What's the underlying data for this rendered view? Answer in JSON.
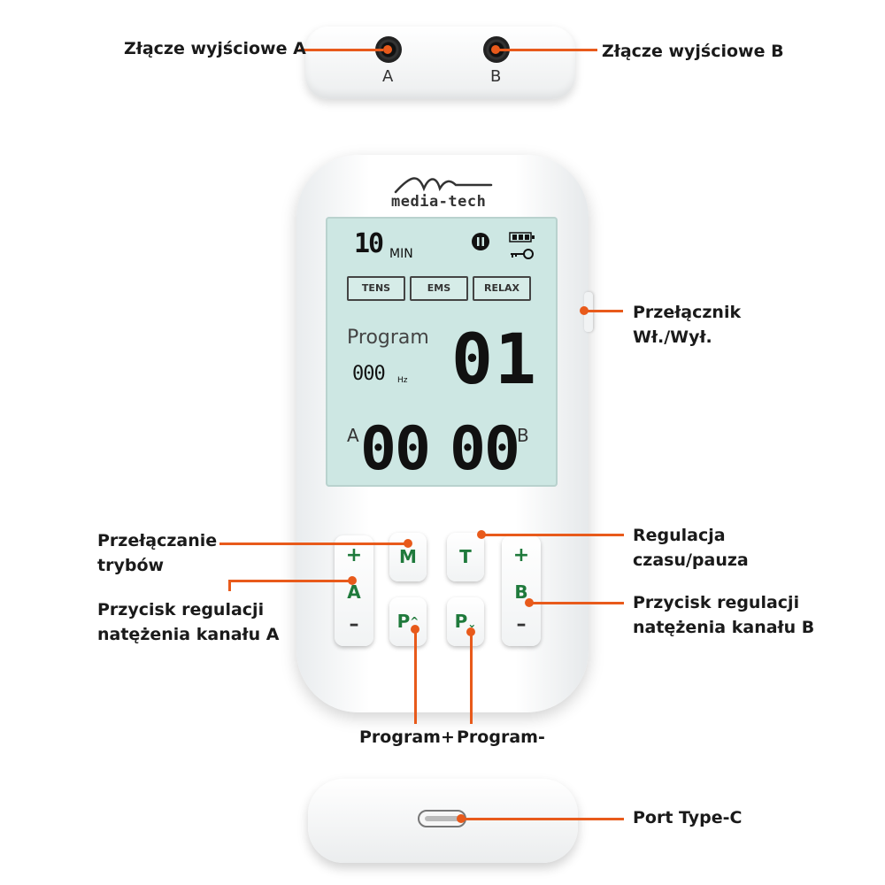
{
  "top_view": {
    "jack_a_label": "A",
    "jack_b_label": "B"
  },
  "device": {
    "brand": "media-tech",
    "lcd": {
      "timer_value": "10",
      "timer_unit": "MIN",
      "modes": [
        "TENS",
        "EMS",
        "RELAX"
      ],
      "program_label": "Program",
      "program_number": "01",
      "frequency_value": "000",
      "frequency_unit": "Hz",
      "channel_a_label": "A",
      "channel_a_value": "00",
      "channel_b_value": "00",
      "channel_b_label": "B"
    },
    "keys": {
      "plus_a": "+",
      "a_label": "A",
      "minus_a": "–",
      "m": "M",
      "t": "T",
      "p_up": "P",
      "p_down": "P",
      "plus_b": "+",
      "b_label": "B",
      "minus_b": "–"
    }
  },
  "callouts": {
    "output_a": "Złącze wyjściowe A",
    "output_b": "Złącze wyjściowe B",
    "power_switch_line1": "Przełącznik",
    "power_switch_line2": "Wł./Wył.",
    "mode_switch_line1": "Przełączanie",
    "mode_switch_line2": "trybów",
    "time_line1": "Regulacja",
    "time_line2": "czasu/pauza",
    "intensity_a_line1": "Przycisk regulacji",
    "intensity_a_line2": "natężenia kanału A",
    "intensity_b_line1": "Przycisk regulacji",
    "intensity_b_line2": "natężenia kanału B",
    "program_plus": "Program+",
    "program_minus": "Program-",
    "usb_port": "Port Type-C"
  },
  "colors": {
    "callout_line": "#e85a1b",
    "lcd_background": "#cde7e3",
    "key_text": "#1f7a3c"
  }
}
